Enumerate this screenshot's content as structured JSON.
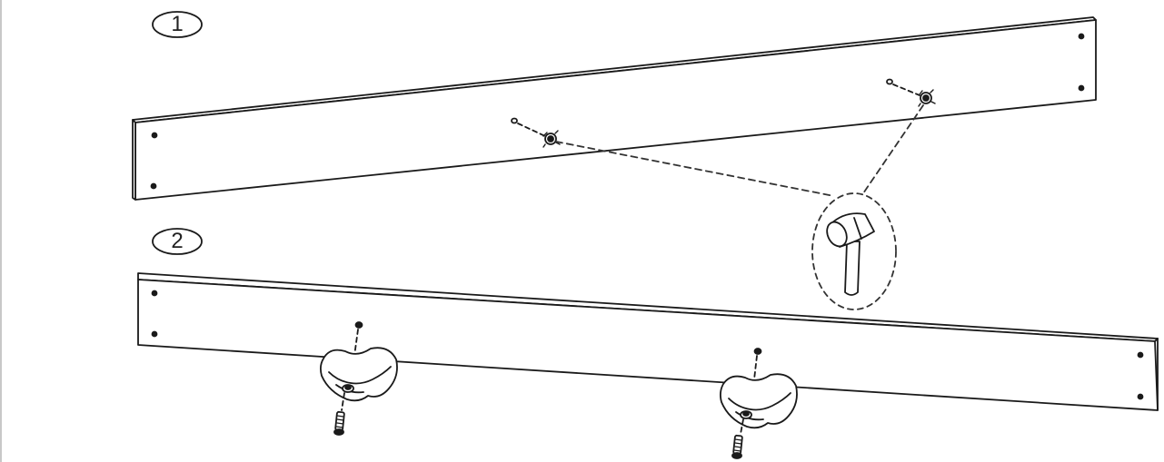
{
  "steps": [
    {
      "number": "1"
    },
    {
      "number": "2"
    }
  ],
  "parts": {
    "board_1": "wooden-rail",
    "board_2": "wooden-rail",
    "tool": "mallet-icon",
    "fastener": "t-nut",
    "foot_pad": "furniture-foot",
    "bolt": "bolt"
  },
  "colors": {
    "line": "#1a1a1a",
    "fill": "#ffffff",
    "dashed": "#333333"
  }
}
